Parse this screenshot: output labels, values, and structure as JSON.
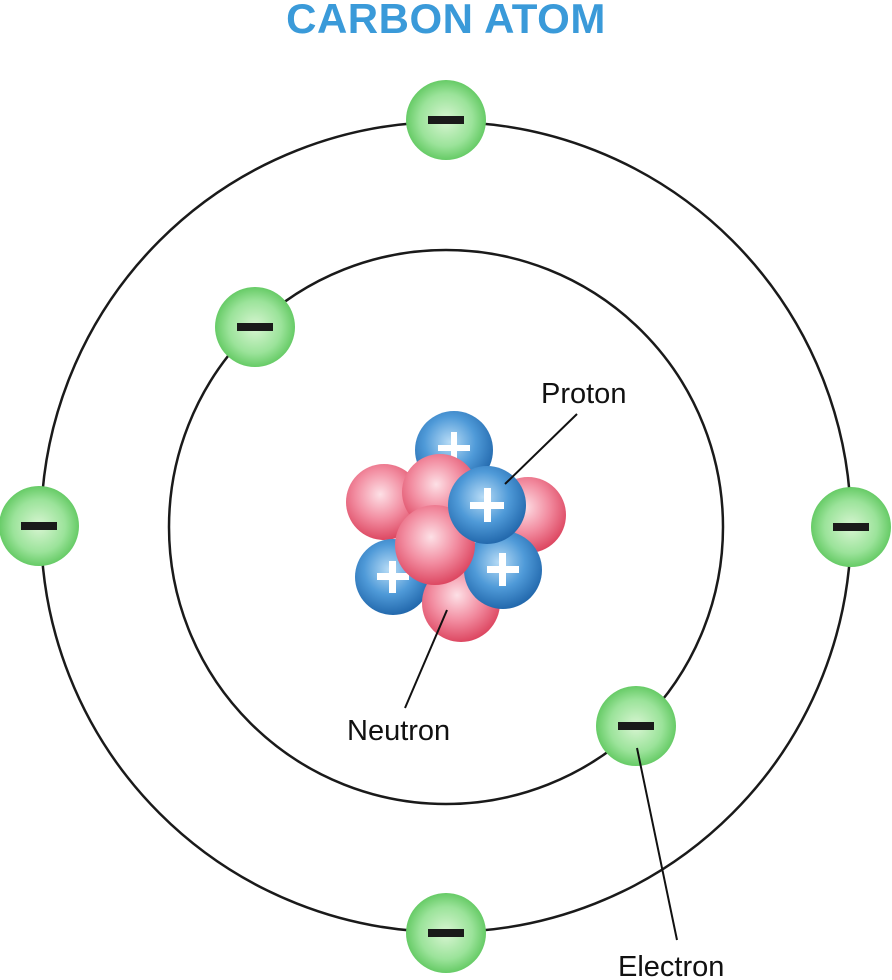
{
  "title": "CARBON ATOM",
  "labels": {
    "proton": "Proton",
    "neutron": "Neutron",
    "electron": "Electron"
  },
  "colors": {
    "title": "#3a9ad9",
    "orbit": "#1a1a1a",
    "electron_fill": "#6fd36f",
    "electron_highlight": "#d8f5d2",
    "proton_fill": "#2f7fc6",
    "proton_highlight": "#b8dcf6",
    "neutron_fill": "#e8566f",
    "neutron_highlight": "#fde0e6"
  },
  "particle_signs": {
    "electron": "minus",
    "proton": "plus",
    "neutron": "none"
  }
}
